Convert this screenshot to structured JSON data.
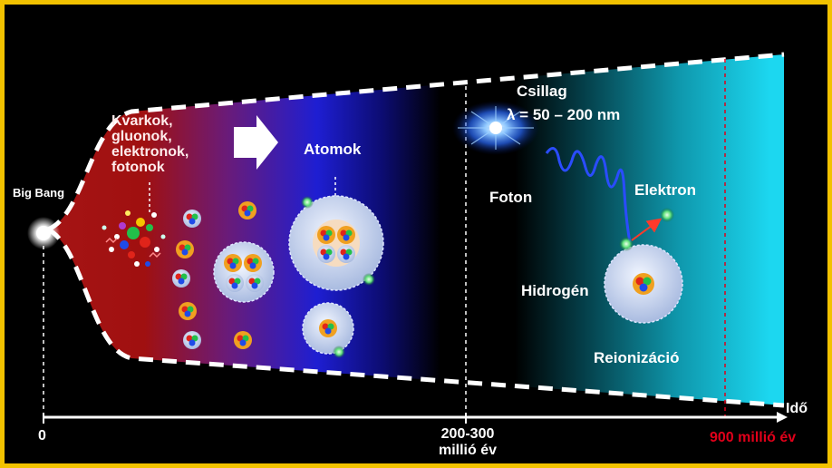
{
  "labels": {
    "big_bang": "Big Bang",
    "particles": [
      "Kvarkok,",
      "gluonok,",
      "elektronok,",
      "fotonok"
    ],
    "atoms": "Atomok",
    "star": "Csillag",
    "wavelength": "λ = 50 – 200 nm",
    "photon": "Foton",
    "electron": "Elektron",
    "hydrogen": "Hidrogén",
    "reionization": "Reionizáció",
    "time": "Idő"
  },
  "axis": {
    "tick0": "0",
    "tick_mid_line1": "200-300",
    "tick_mid_line2": "millió év",
    "tick_end": "900 millió év"
  },
  "colors": {
    "border": "#f2c200",
    "early_red": "#a51414",
    "blue": "#1e1ed2",
    "cyan": "#1cd7f0",
    "end_marker": "#e0001a"
  }
}
